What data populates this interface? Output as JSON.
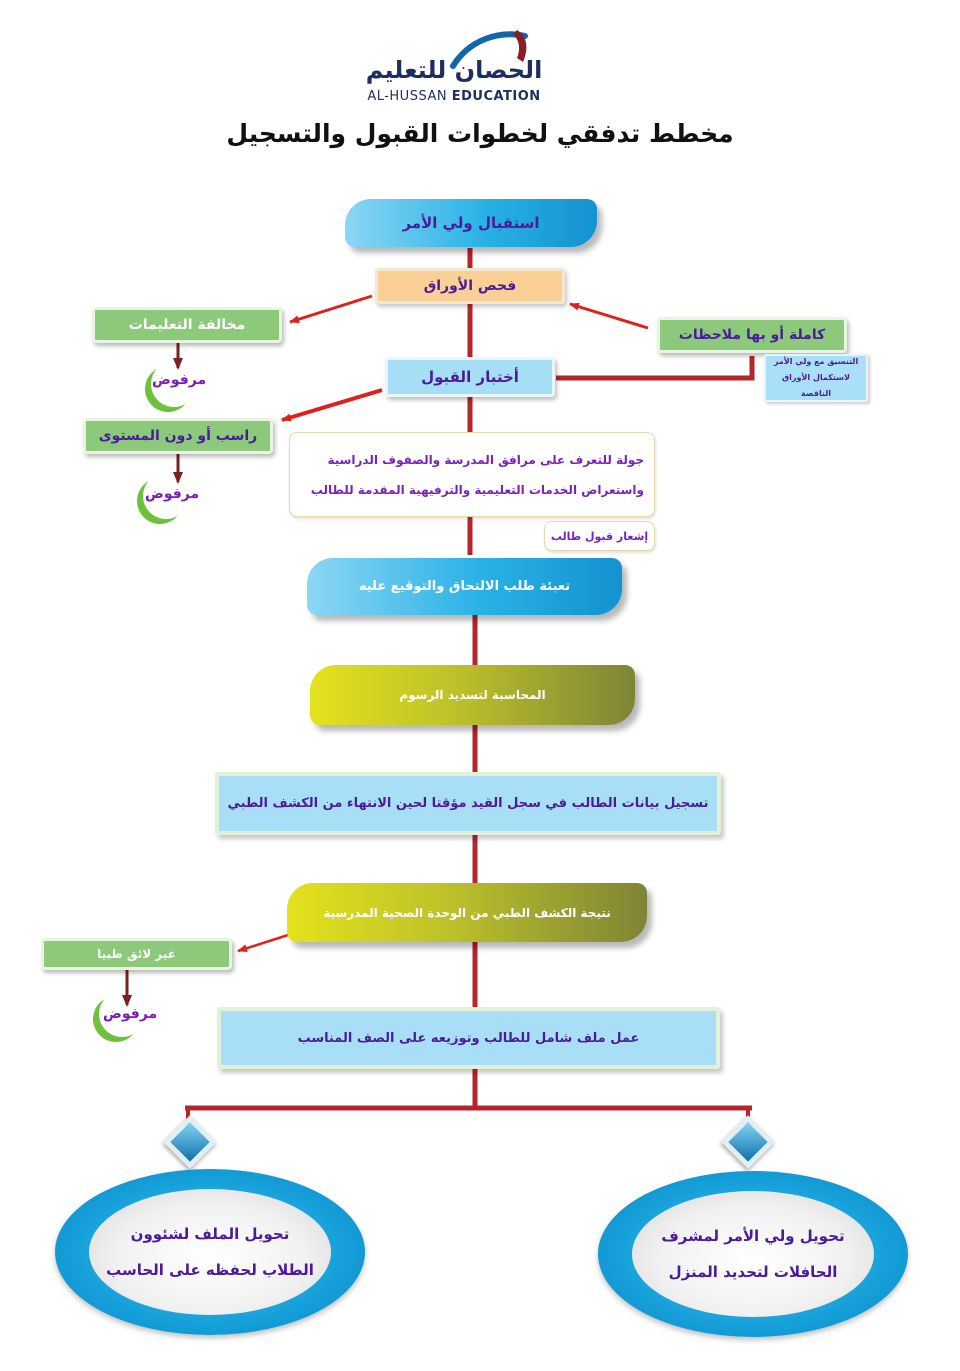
{
  "header": {
    "logo_ar": "الحصان للتعليم",
    "logo_en_light": "AL-HUSSAN",
    "logo_en_bold": "EDUCATION",
    "title": "مخطط تدفقي لخطوات القبول والتسجيل"
  },
  "steps": {
    "reception": "استقبال ولي الأمر",
    "check_papers": "فحص الأوراق",
    "violation": "مخالفة التعليمات",
    "complete": "كاملة أو بها ملاحظات",
    "coordination_line1": "التنسيق مع ولي الأمر",
    "coordination_line2": "لاستكمال الأوراق الناقصة",
    "admission_test": "أختبار القبول",
    "failed": "راسب أو دون المستوى",
    "tour_line1": "جولة للتعرف على مرافق المدرسة والصفوف الدراسية",
    "tour_line2": "واستعراض الخدمات التعليمية والترفيهية المقدمة للطالب",
    "acceptance_notice": "إشعار قبول طالب",
    "application_form": "تعبئة طلب الالتحاق والتوقيع عليه",
    "accounting": "المحاسبة لتسديد الرسوم",
    "registration": "تسجيل بيانات الطالب في سجل القيد مؤقتا لحين الانتهاء من الكشف الطبي",
    "medical_result": "نتيجة الكشف الطبي من الوحدة الصحية المدرسية",
    "medically_unfit": "غير لائق طبيا",
    "comprehensive_file": "عمل ملف شامل للطالب وتوزيعه على الصف المناسب"
  },
  "rejected_label": "مرفوض",
  "outcomes": {
    "left_line1": "تحويل الملف لشئوون",
    "left_line2": "الطلاب لحفظه على الحاسب",
    "right_line1": "تحويل ولي الأمر لمشرف",
    "right_line2": "الحافلات لتحديد المنزل"
  },
  "colors": {
    "connector": "#b3262c",
    "arrow": "#e0201c",
    "text_purple": "#4a1b9a",
    "moon_green": "#6ec13a"
  }
}
